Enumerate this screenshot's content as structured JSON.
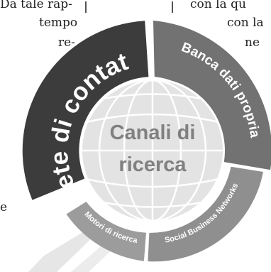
{
  "background_text": {
    "left_col": [
      "Da tale rap-",
      "tempo",
      "re-"
    ],
    "right_col": [
      "con la qu",
      "con la",
      "ne"
    ],
    "bottom_left": "e"
  },
  "diagram": {
    "center_title_line1": "Canali di",
    "center_title_line2": "ricerca",
    "segments": [
      {
        "label": "Rete di contatti",
        "color": "#3c3c3c"
      },
      {
        "label": "Banca dati propria",
        "color": "#727272"
      },
      {
        "label": "Social Business Networks",
        "color": "#8f8f8f"
      },
      {
        "label": "Motori di ricerca",
        "color": "#9c9c9c"
      }
    ]
  },
  "colors": {
    "globe_fill": "#e3e3e3",
    "globe_lines": "#ffffff",
    "separator": "#ffffff"
  }
}
